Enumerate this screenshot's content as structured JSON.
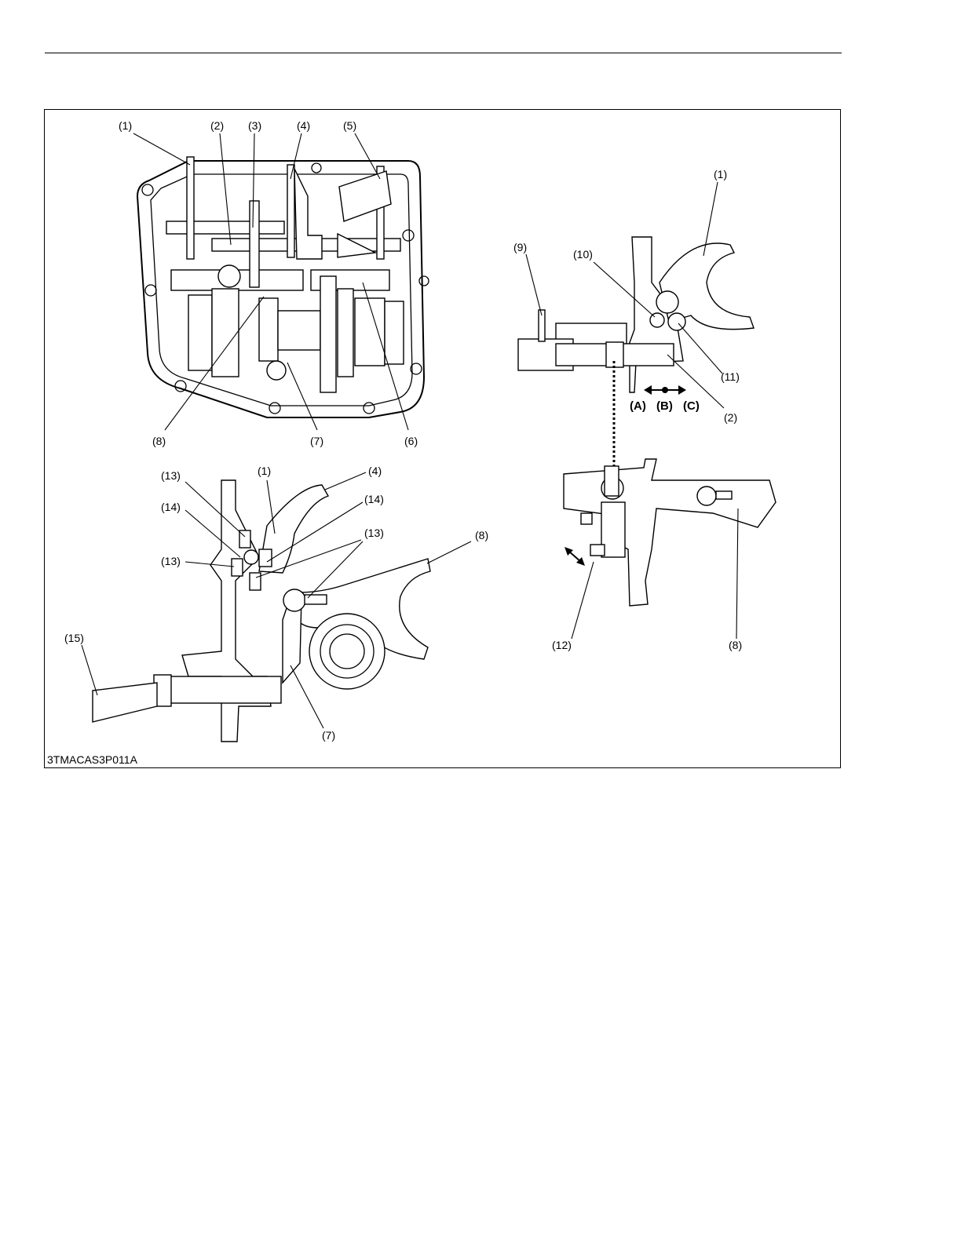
{
  "figure": {
    "code": "3TMACAS3P011A",
    "position_labels": [
      "(A)",
      "(B)",
      "(C)"
    ],
    "callouts_top_left": {
      "c1": "(1)",
      "c2": "(2)",
      "c3": "(3)",
      "c4": "(4)",
      "c5": "(5)",
      "c6": "(6)",
      "c7": "(7)",
      "c8": "(8)"
    },
    "callouts_bottom_left": {
      "c13a": "(13)",
      "c1": "(1)",
      "c4": "(4)",
      "c14a": "(14)",
      "c14b": "(14)",
      "c13b": "(13)",
      "c13c": "(13)",
      "c8": "(8)",
      "c15": "(15)",
      "c7": "(7)"
    },
    "callouts_right": {
      "c1": "(1)",
      "c9": "(9)",
      "c10": "(10)",
      "c11": "(11)",
      "c2": "(2)",
      "c12": "(12)",
      "c8": "(8)"
    }
  }
}
